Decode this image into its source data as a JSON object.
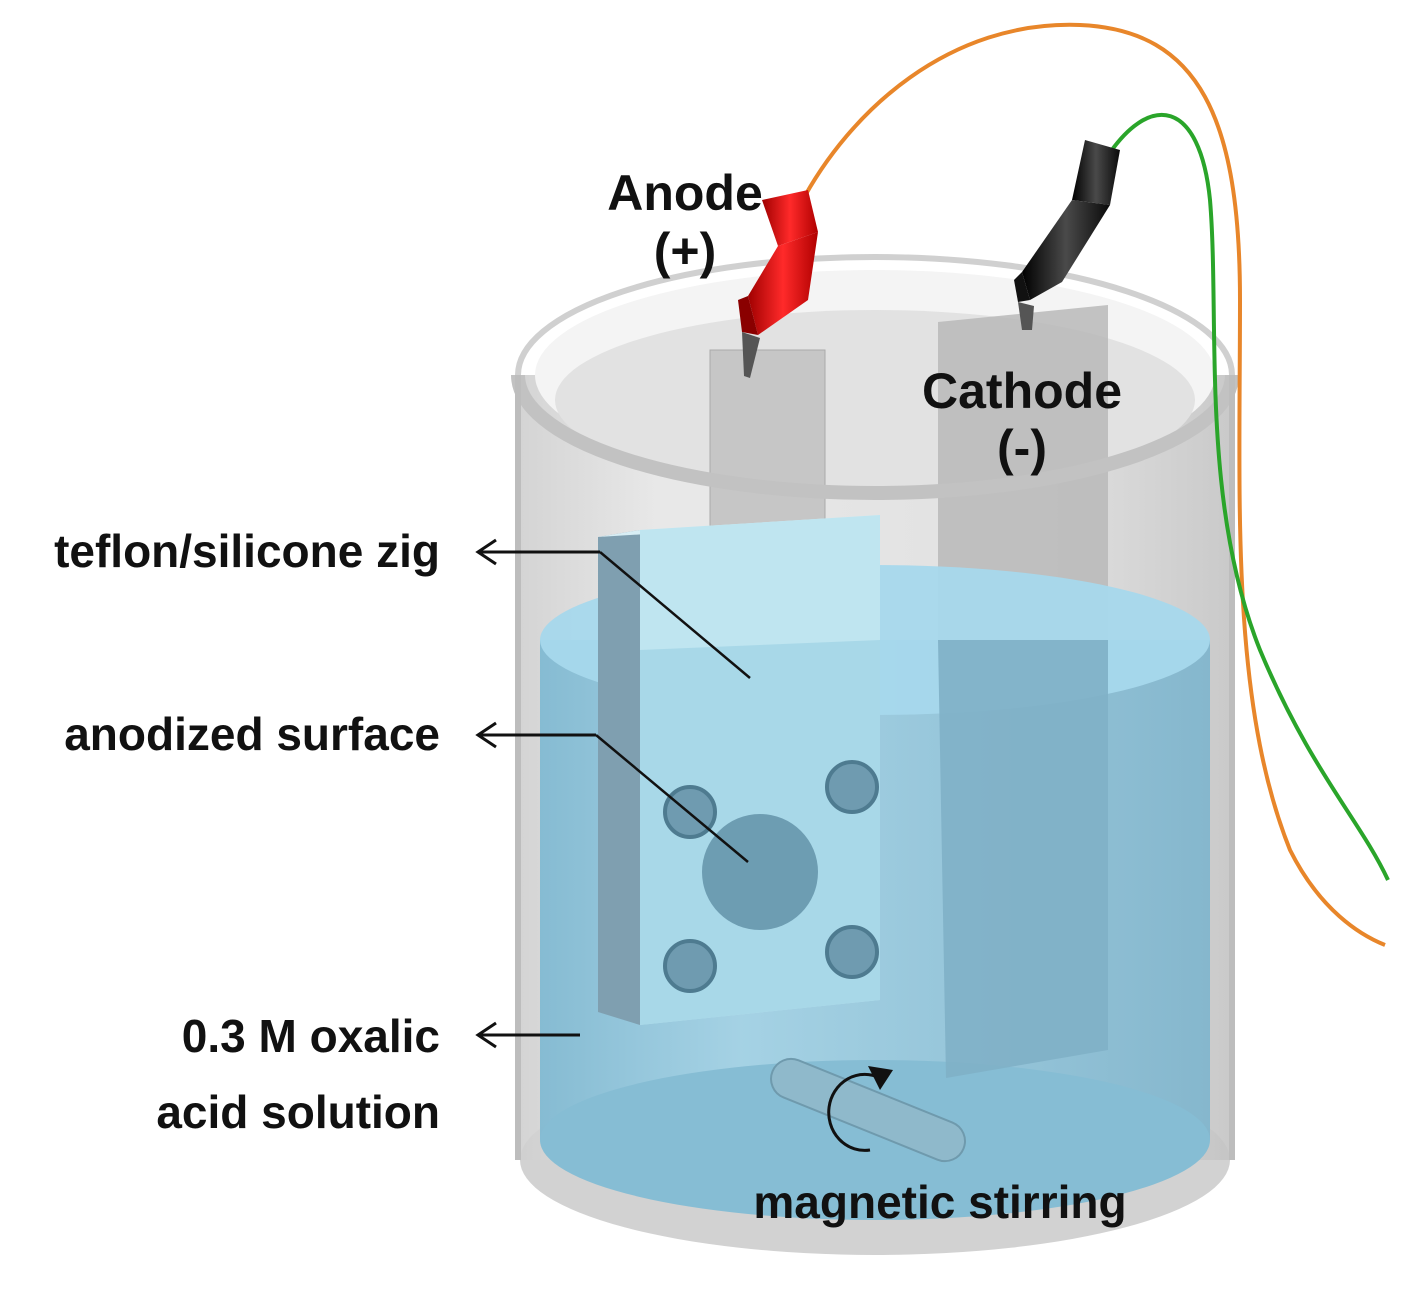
{
  "labels": {
    "anode_name": "Anode",
    "anode_sign": "(+)",
    "cathode_name": "Cathode",
    "cathode_sign": "(-)",
    "zig": "teflon/silicone zig",
    "surface": "anodized surface",
    "solution_line1": "0.3 M oxalic",
    "solution_line2": "acid solution",
    "stirring": "magnetic stirring"
  },
  "colors": {
    "anode_clip": "#e01a1a",
    "cathode_clip": "#1e1e1e",
    "anode_wire": "#e8862a",
    "cathode_wire": "#2aa52a",
    "solution": "#8cc8e0",
    "beaker": "#dcdcdc"
  },
  "icons": [
    "arrow-left-icon",
    "rotate-arrow-icon",
    "alligator-clip-icon"
  ]
}
